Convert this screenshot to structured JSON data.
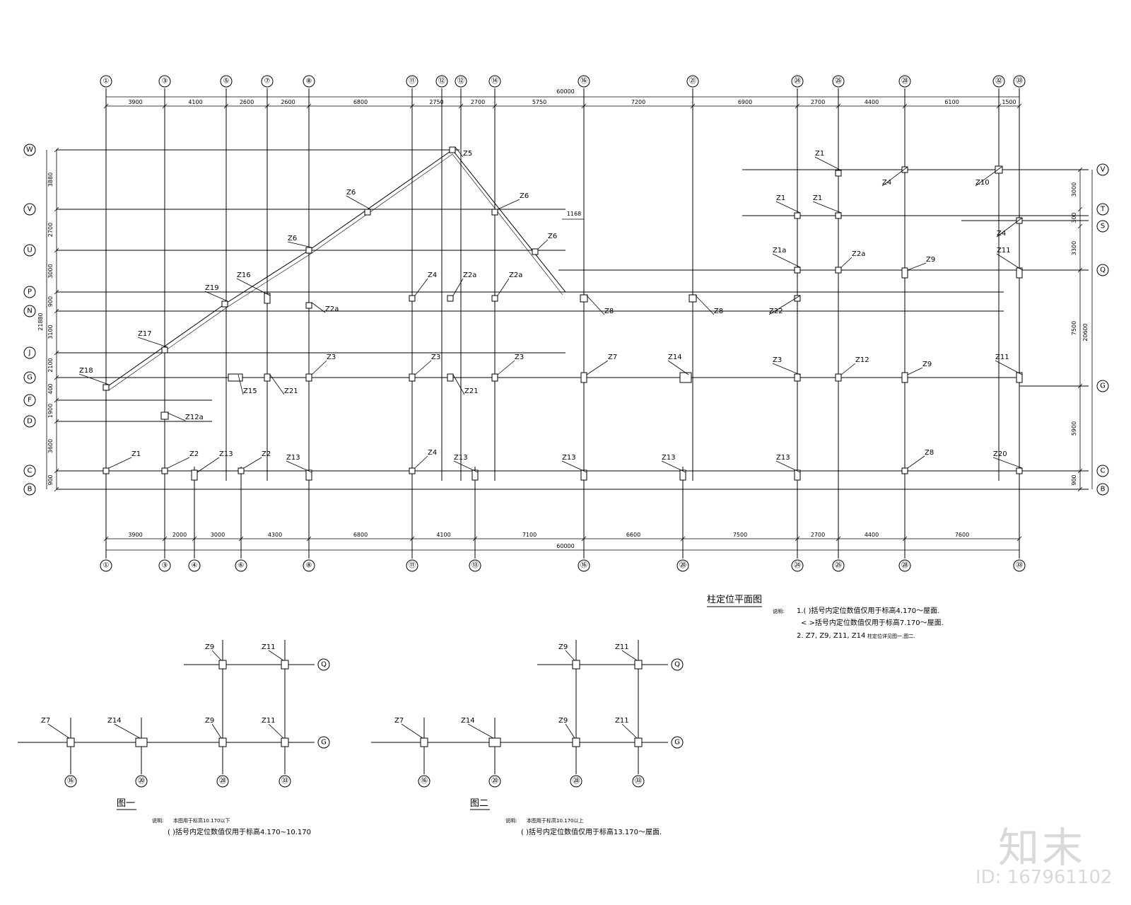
{
  "main_plan": {
    "title": "柱定位平面图",
    "total_dimension": "60000",
    "left_total_dimension": "21880",
    "right_total_dimension": "20600",
    "top_axes": [
      "①",
      "③",
      "⑤",
      "⑦",
      "⑧",
      "⑪",
      "⑫",
      "⑫",
      "⑭",
      "⑯",
      "㉑",
      "㉔",
      "㉕",
      "㉘",
      "㉜",
      "㉝"
    ],
    "top_spans": [
      "3900",
      "4100",
      "2600",
      "2600",
      "6800",
      "2750",
      "2700",
      "5750",
      "7200",
      "6900",
      "2700",
      "4400",
      "6100",
      "1500"
    ],
    "bottom_axes": [
      "①",
      "③",
      "④",
      "⑥",
      "⑧",
      "⑪",
      "⑬",
      "⑯",
      "⑳",
      "㉔",
      "㉕",
      "㉘",
      "㉝"
    ],
    "bottom_spans": [
      "3900",
      "2000",
      "3000",
      "4300",
      "6800",
      "4100",
      "7100",
      "6600",
      "7500",
      "2700",
      "4400",
      "7600"
    ],
    "left_axes": [
      "W",
      "V",
      "U",
      "P",
      "N",
      "J",
      "G",
      "F",
      "D",
      "C",
      "B"
    ],
    "left_spans": [
      "3880",
      "2700",
      "3000",
      "900",
      "3100",
      "2100",
      "400",
      "1900",
      "3600",
      "900"
    ],
    "right_axes": [
      "V",
      "T",
      "S",
      "Q",
      "G",
      "C",
      "B"
    ],
    "right_spans": [
      "3000",
      "300",
      "3300",
      "7500",
      "5900",
      "900"
    ],
    "small_dim_1168": "1168",
    "columns": [
      {
        "label": "Z5"
      },
      {
        "label": "Z6"
      },
      {
        "label": "Z6"
      },
      {
        "label": "Z6"
      },
      {
        "label": "Z6"
      },
      {
        "label": "Z16"
      },
      {
        "label": "Z19"
      },
      {
        "label": "Z17"
      },
      {
        "label": "Z18"
      },
      {
        "label": "Z4"
      },
      {
        "label": "Z2a"
      },
      {
        "label": "Z2a"
      },
      {
        "label": "Z2a"
      },
      {
        "label": "Z8"
      },
      {
        "label": "Z8"
      },
      {
        "label": "Z22"
      },
      {
        "label": "Z1"
      },
      {
        "label": "Z1"
      },
      {
        "label": "Z1"
      },
      {
        "label": "Z1a"
      },
      {
        "label": "Z2a"
      },
      {
        "label": "Z4"
      },
      {
        "label": "Z10"
      },
      {
        "label": "Z4"
      },
      {
        "label": "Z9"
      },
      {
        "label": "Z11"
      },
      {
        "label": "Z3"
      },
      {
        "label": "Z3"
      },
      {
        "label": "Z3"
      },
      {
        "label": "Z3"
      },
      {
        "label": "Z21"
      },
      {
        "label": "Z15"
      },
      {
        "label": "Z21"
      },
      {
        "label": "Z7"
      },
      {
        "label": "Z14"
      },
      {
        "label": "Z12"
      },
      {
        "label": "Z9"
      },
      {
        "label": "Z11"
      },
      {
        "label": "Z12a"
      },
      {
        "label": "Z1"
      },
      {
        "label": "Z2"
      },
      {
        "label": "Z13"
      },
      {
        "label": "Z2"
      },
      {
        "label": "Z13"
      },
      {
        "label": "Z4"
      },
      {
        "label": "Z13"
      },
      {
        "label": "Z13"
      },
      {
        "label": "Z13"
      },
      {
        "label": "Z13"
      },
      {
        "label": "Z8"
      },
      {
        "label": "Z20"
      }
    ],
    "notes": {
      "prefix": "说明:",
      "line1": "1.( )括号内定位数值仅用于标高4.170～屋面.",
      "line2": "< >括号内定位数值仅用于标高7.170～屋面.",
      "line3": "2. Z7, Z9, Z11, Z14",
      "line3b": "柱定位详见图一,图二."
    }
  },
  "figure1": {
    "caption": "图一",
    "note_prefix": "说明:",
    "note1": "本图用于标高10.170以下",
    "note2": "( )括号内定位数值仅用于标高4.170~10.170",
    "axes_bottom": [
      "⑯",
      "⑳",
      "㉘",
      "㉝"
    ],
    "axes_right": [
      "Q",
      "G"
    ],
    "labels": [
      "Z9",
      "Z11",
      "Z7",
      "Z14",
      "Z9",
      "Z11"
    ]
  },
  "figure2": {
    "caption": "图二",
    "note_prefix": "说明:",
    "note1": "本图用于标高10.170以上",
    "note2": "( )括号内定位数值仅用于标高13.170～屋面.",
    "axes_bottom": [
      "⑯",
      "⑳",
      "㉘",
      "㉝"
    ],
    "axes_right": [
      "Q",
      "G"
    ],
    "labels": [
      "Z9",
      "Z11",
      "Z7",
      "Z14",
      "Z9",
      "Z11"
    ]
  },
  "watermark": {
    "logo": "知末",
    "id": "ID: 167961102"
  }
}
